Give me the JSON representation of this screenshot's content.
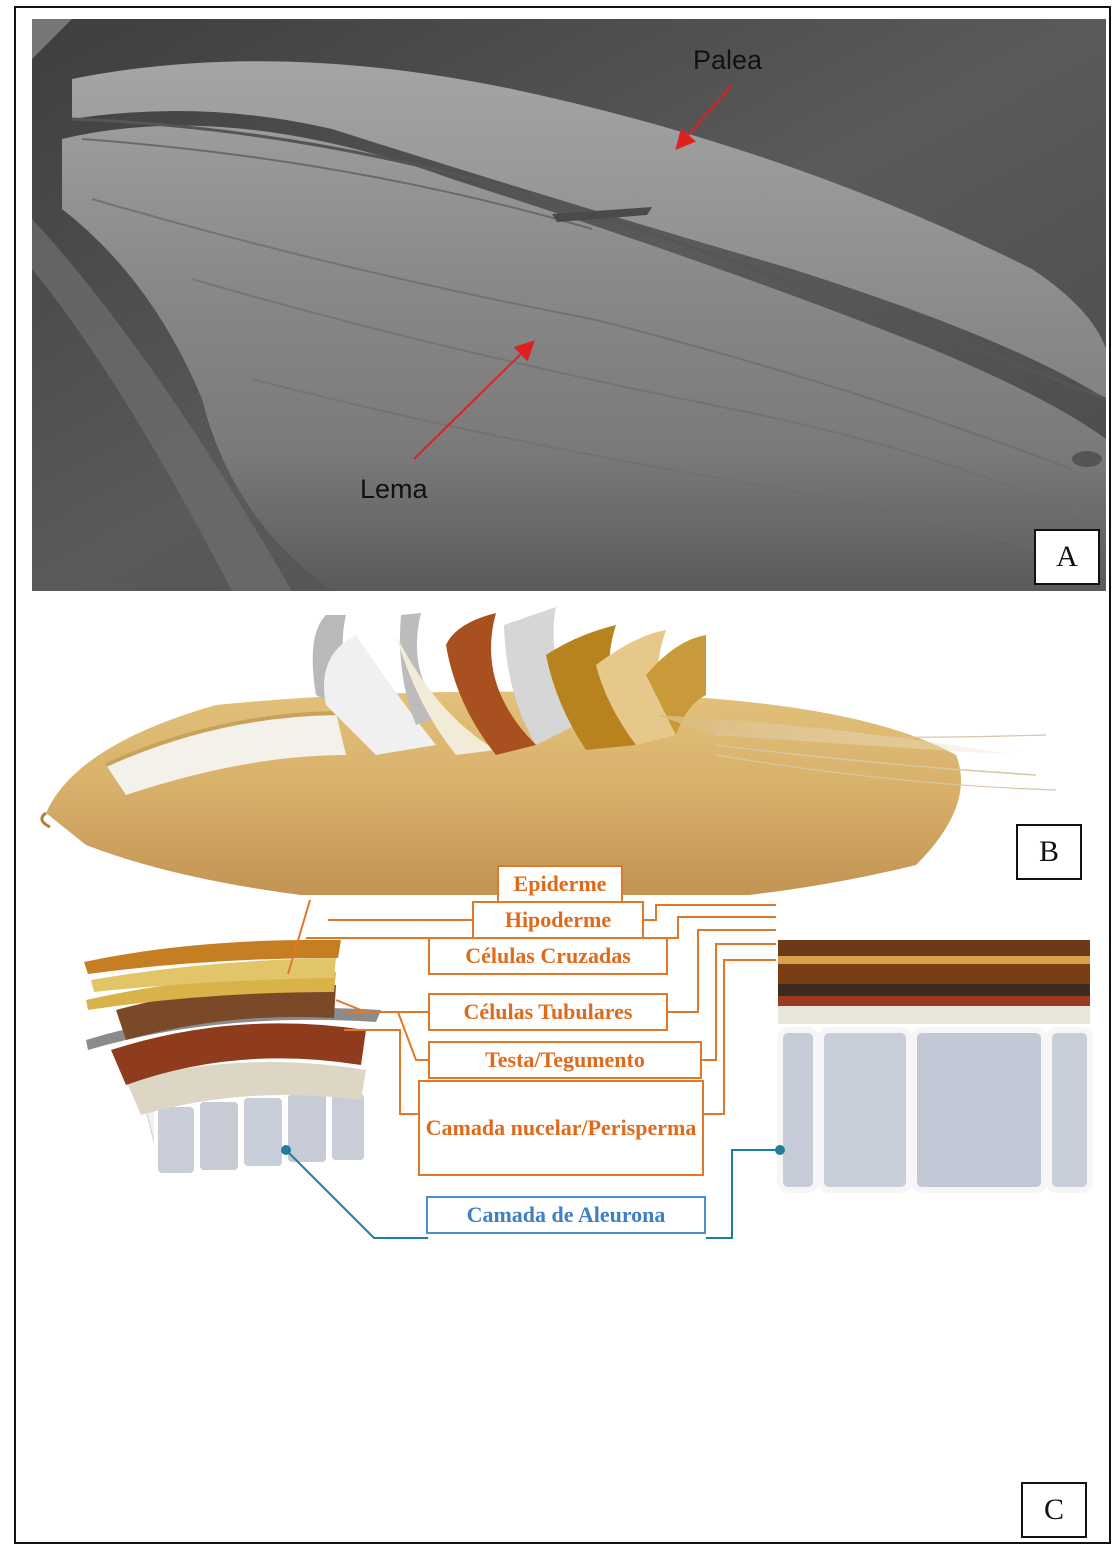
{
  "panels": {
    "a": {
      "letter": "A",
      "labels": {
        "palea": "Palea",
        "lema": "Lema"
      }
    },
    "b": {
      "letter": "B"
    },
    "c": {
      "letter": "C",
      "layers": {
        "epiderme": "Epiderme",
        "hipoderme": "Hipoderme",
        "celulas_cruzadas": "Células Cruzadas",
        "celulas_tubulares": "Células Tubulares",
        "testa": "Testa/Tegumento",
        "camada_nucelar": "Camada nucelar/Perisperma",
        "aleurona": "Camada de Aleurona"
      }
    }
  },
  "colors": {
    "leader_orange": "#e0782a",
    "leader_blue": "#1f7f9a",
    "arrow_red": "#e02020"
  }
}
